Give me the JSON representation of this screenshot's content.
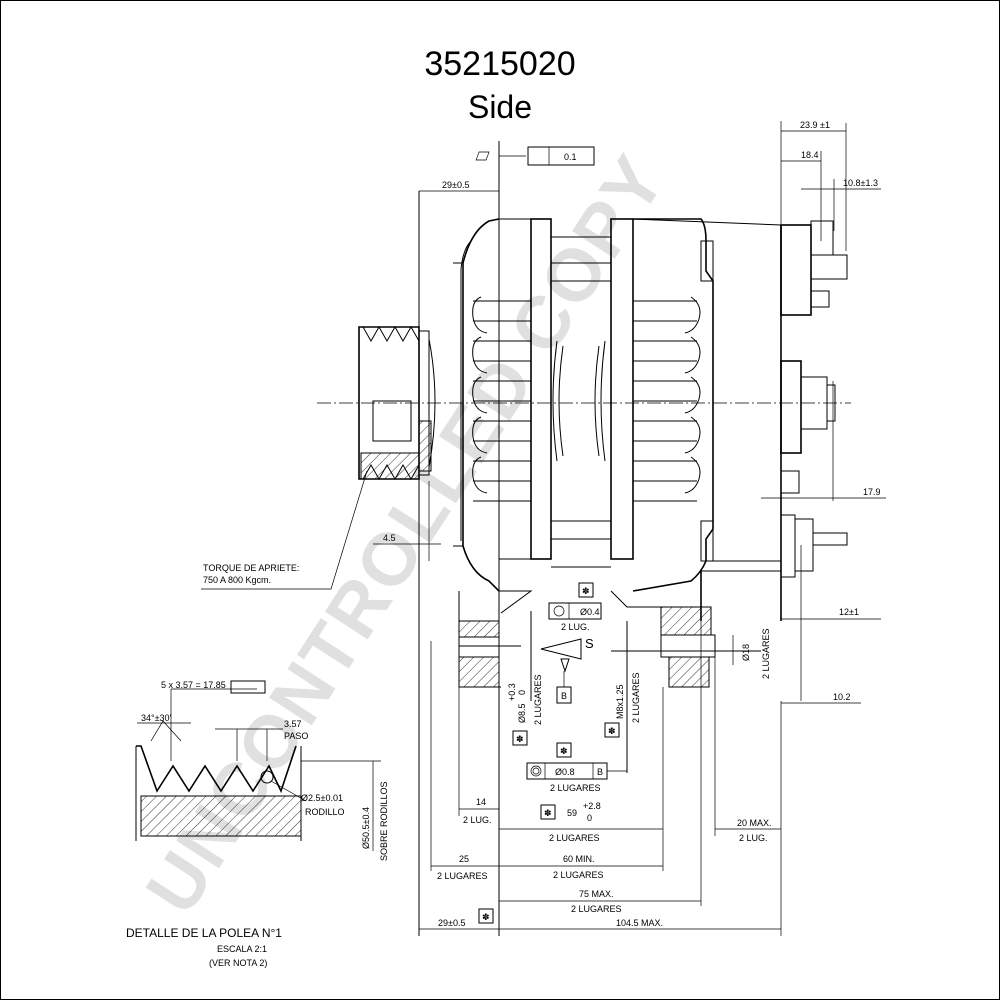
{
  "header": {
    "part_number": "35215020",
    "view": "Side"
  },
  "watermark": "UNCONTROLLED COPY",
  "dimensions": {
    "top_right_1": "23.9  ±1",
    "top_right_2": "18.4",
    "top_right_3": "10.8±1.3",
    "flatness": "0.1",
    "left_top": "29±0.5",
    "gap_45": "4.5",
    "terminal_179": "17.9",
    "terminal_12": "12±1",
    "terminal_102": "10.2",
    "pos_04": "Ø0.4",
    "lug_2": "2 LUG.",
    "diam_18": "Ø18",
    "lugares_vert": "2 LUGARES",
    "hole_85": "Ø8.5",
    "tol_03": "+0.3",
    "tol_0": "0",
    "lugares_hole": "2 LUGARES",
    "thread": "M8x1.25",
    "lugares_thread": "2 LUGARES",
    "datum_b": "B",
    "symbol_s": "S",
    "pos_08": "Ø0.8",
    "lugares_08": "2 LUGARES",
    "dim_14": "14",
    "lug_14": "2 LUG.",
    "dim_59": "59",
    "tol_28": "+2.8",
    "tol_28b": "0",
    "lugares_59": "2 LUGARES",
    "dim_20max": "20 MAX.",
    "lug_20": "2 LUG.",
    "dim_25": "25",
    "lugares_25": "2 LUGARES",
    "dim_60min": "60 MIN.",
    "lugares_60": "2 LUGARES",
    "dim_75max": "75 MAX.",
    "lugares_75": "2 LUGARES",
    "bottom_left": "29±0.5",
    "dim_1045": "104.5 MAX.",
    "star": "✽"
  },
  "notes": {
    "torque_1": "TORQUE DE APRIETE:",
    "torque_2": "750 A 800 Kgcm."
  },
  "pulley_detail": {
    "grooves": "5 x 3.57 = 17.85",
    "angle": "34°±30'",
    "pitch_value": "3.57",
    "pitch_label": "PASO",
    "roller": "Ø2.5±0.01",
    "roller_label": "RODILLO",
    "diameter": "Ø50.5±0.4",
    "over_rollers": "SOBRE RODILLOS",
    "title": "DETALLE DE LA POLEA N°1",
    "scale": "ESCALA 2:1",
    "note": "(VER NOTA 2)"
  }
}
